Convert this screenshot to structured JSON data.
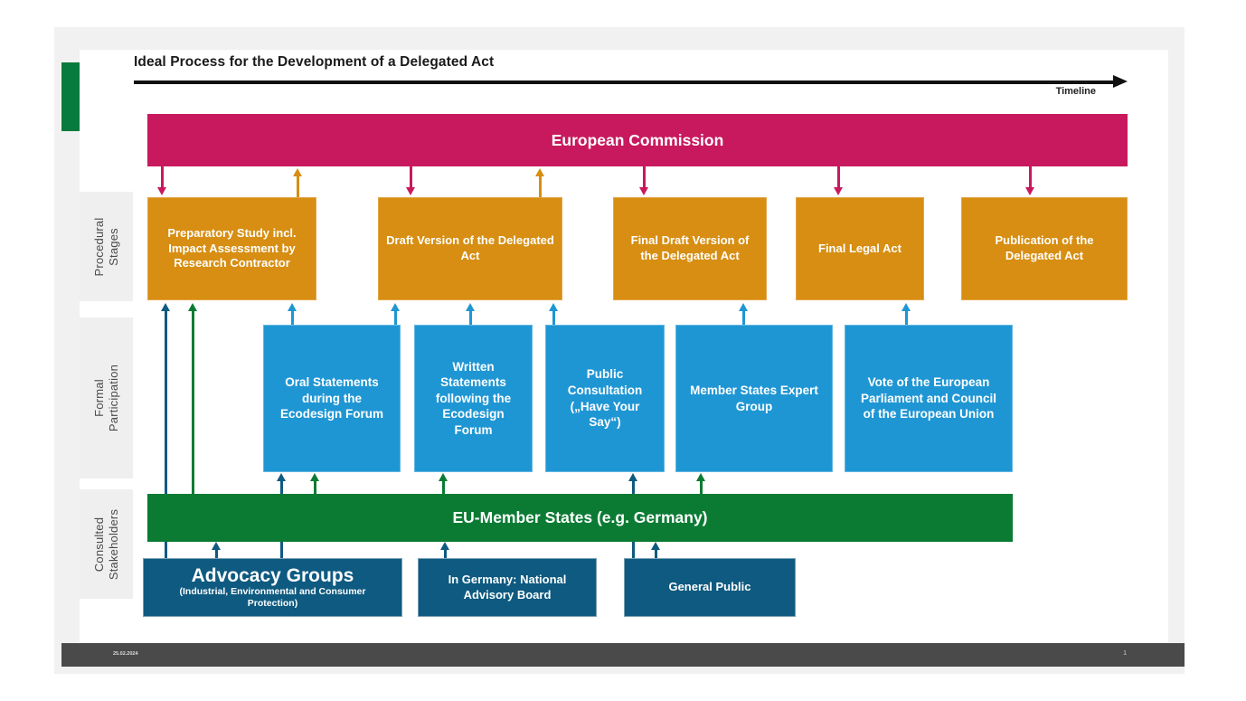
{
  "header": {
    "title": "Ideal Process for the Development of a Delegated Act",
    "timeline_label": "Timeline"
  },
  "row_labels": {
    "procedural": "Procedural Stages",
    "formal": "Formal Participation",
    "consulted": "Consulted Stakeholders"
  },
  "commission": {
    "label": "European Commission"
  },
  "procedural_stages": [
    {
      "label": "Preparatory Study incl. Impact Assessment by Research Contractor"
    },
    {
      "label": "Draft Version of the Delegated Act"
    },
    {
      "label": "Final Draft Version of the Delegated Act"
    },
    {
      "label": "Final Legal Act"
    },
    {
      "label": "Publication of the Delegated Act"
    }
  ],
  "formal_participation": [
    {
      "label": "Oral Statements during the Ecodesign Forum"
    },
    {
      "label": "Written Statements following the Ecodesign Forum"
    },
    {
      "label": "Public Consultation („Have Your Say“)"
    },
    {
      "label": "Member States Expert Group"
    },
    {
      "label": "Vote of the European Parliament and Council of the European Union"
    }
  ],
  "member_states": {
    "label": "EU-Member States (e.g. Germany)"
  },
  "stakeholders": [
    {
      "label": "Advocacy Groups",
      "sublabel": "(Industrial, Environmental and Consumer Protection)"
    },
    {
      "label": "In Germany: National Advisory Board"
    },
    {
      "label": "General Public"
    }
  ],
  "footer": {
    "date": "25.02.2024",
    "page": "1"
  },
  "colors": {
    "commission_pink": "#C8195E",
    "stage_orange": "#D78E12",
    "participation_blue": "#1F96D4",
    "stakeholder_navy": "#0E5A80",
    "member_states_green": "#0B7B34",
    "accent_green_tab": "#067B3D",
    "footer_gray": "#4A4A4A"
  }
}
